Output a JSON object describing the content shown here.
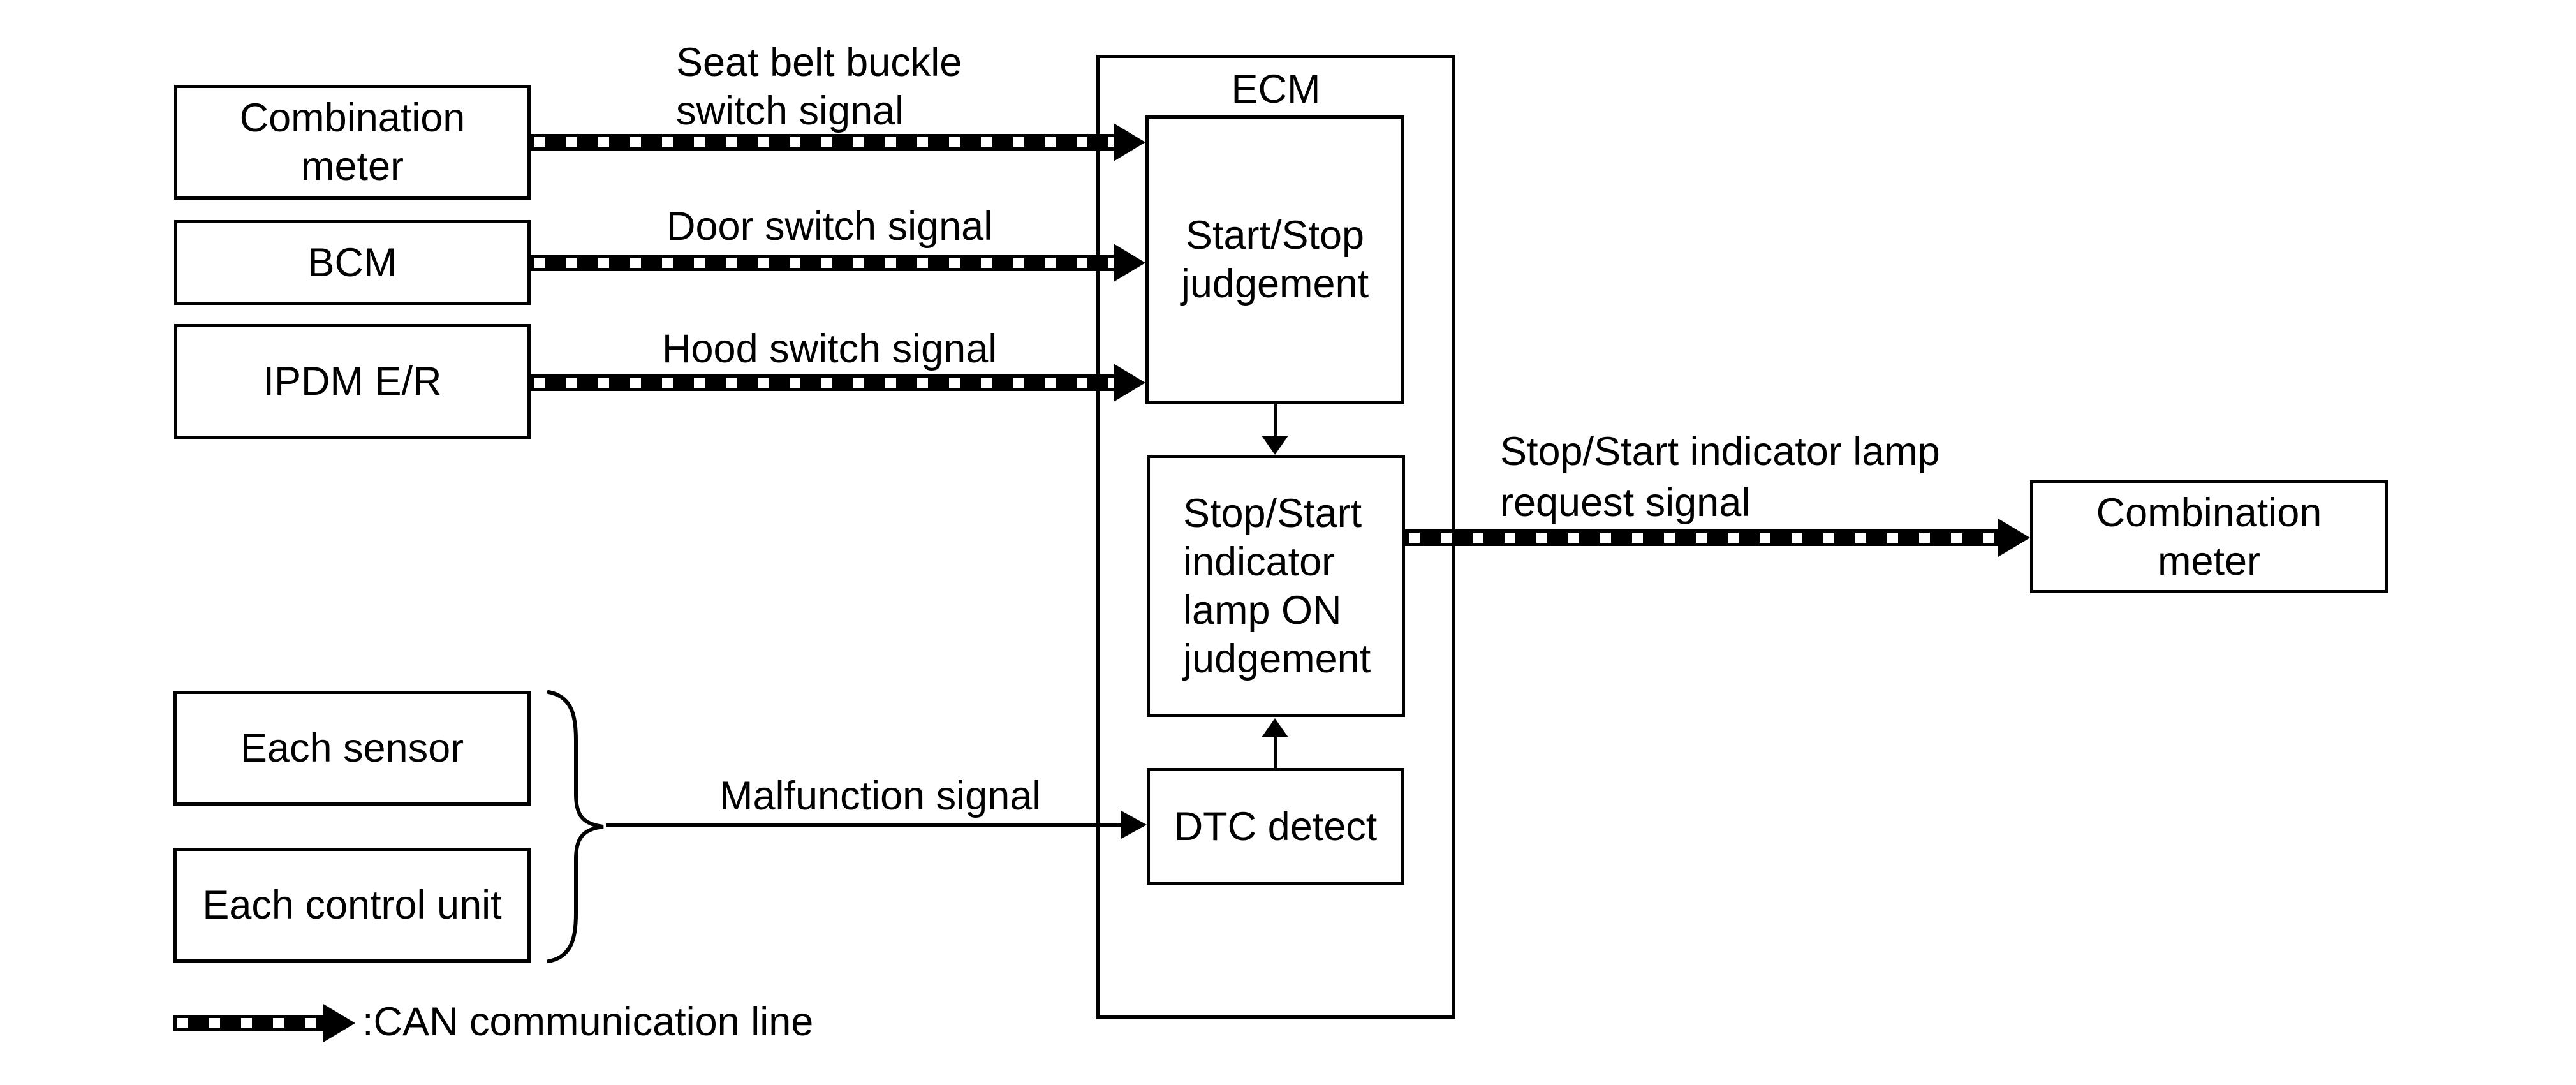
{
  "colors": {
    "line": "#000000",
    "background": "#ffffff"
  },
  "boxes": {
    "combination_meter_left": {
      "line1": "Combination",
      "line2": "meter"
    },
    "bcm": {
      "label": "BCM"
    },
    "ipdm": {
      "label": "IPDM E/R"
    },
    "each_sensor": {
      "label": "Each sensor"
    },
    "each_control_unit": {
      "label": "Each control unit"
    },
    "ecm": {
      "label": "ECM"
    },
    "start_stop_judgement": {
      "line1": "Start/Stop",
      "line2": "judgement"
    },
    "stop_start_indicator": {
      "line1": "Stop/Start",
      "line2": "indicator",
      "line3": "lamp ON",
      "line4": "judgement"
    },
    "dtc_detect": {
      "label": "DTC detect"
    },
    "combination_meter_right": {
      "line1": "Combination",
      "line2": "meter"
    }
  },
  "signals": {
    "seat_belt": {
      "line1": "Seat belt buckle",
      "line2": "switch signal"
    },
    "door": {
      "label": "Door switch signal"
    },
    "hood": {
      "label": "Hood switch signal"
    },
    "malfunction": {
      "label": "Malfunction signal"
    },
    "lamp_request": {
      "line1": "Stop/Start indicator lamp",
      "line2": "request signal"
    }
  },
  "legend": {
    "label": ":CAN communication line"
  }
}
